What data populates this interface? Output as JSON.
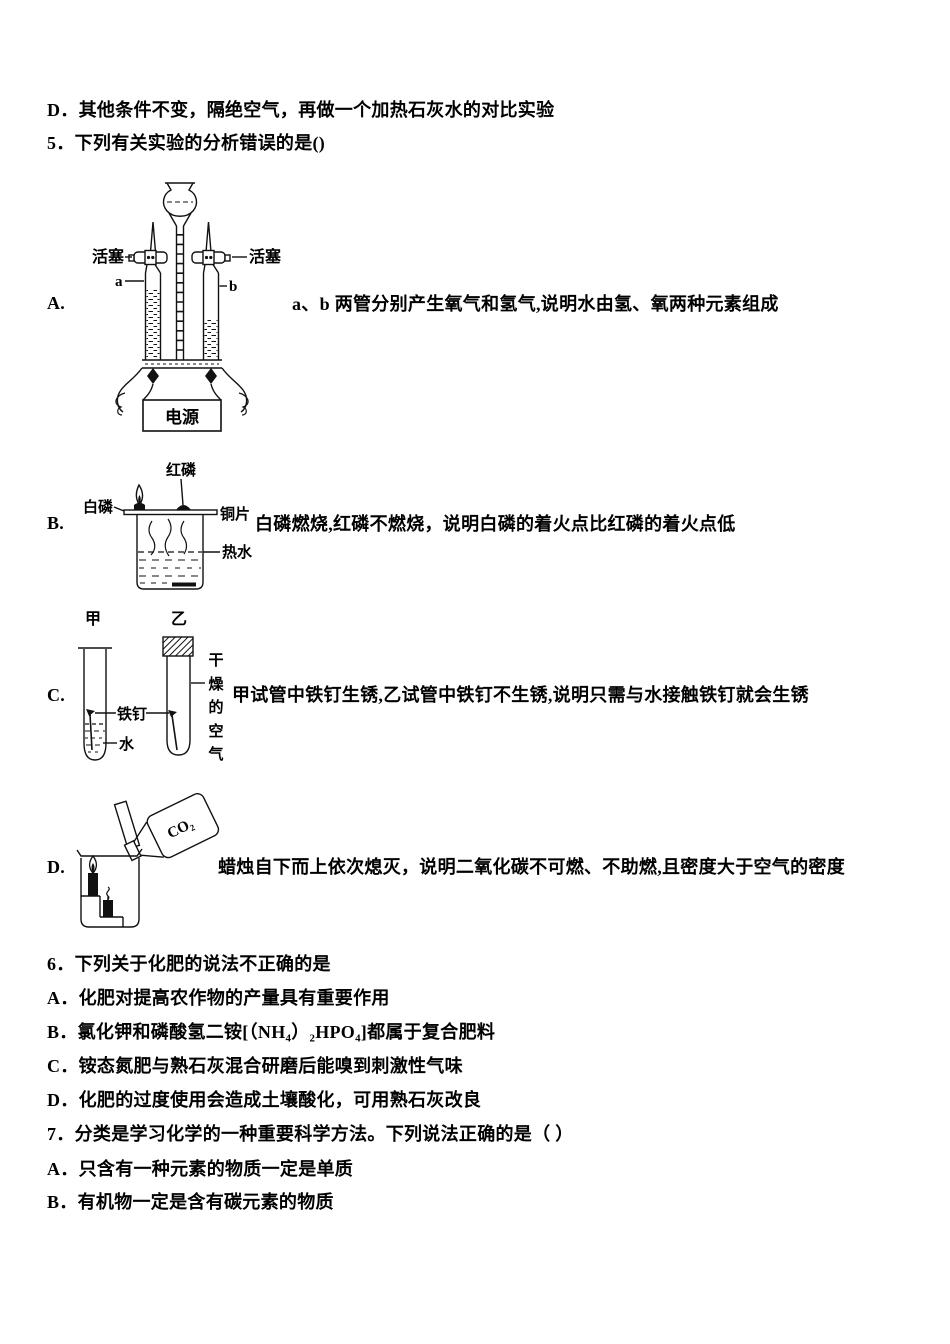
{
  "page": {
    "background": "#ffffff",
    "text_color": "#000000"
  },
  "question4": {
    "option_d": {
      "label": "D．",
      "text": "其他条件不变，隔绝空气，再做一个加热石灰水的对比实验"
    }
  },
  "question5": {
    "stem": "5．下列有关实验的分析错误的是()",
    "options": [
      {
        "label": "A.",
        "text": "a、b 两管分别产生氧气和氢气,说明水由氢、氧两种元素组成"
      },
      {
        "label": "B.",
        "text": "白磷燃烧,红磷不燃烧，说明白磷的着火点比红磷的着火点低"
      },
      {
        "label": "C.",
        "text": "甲试管中铁钉生锈,乙试管中铁钉不生锈,说明只需与水接触铁钉就会生锈"
      },
      {
        "label": "D.",
        "text": "蜡烛自下而上依次熄灭，说明二氧化碳不可燃、不助燃,且密度大于空气的密度"
      }
    ],
    "electrolysis_diagram": {
      "piston_left": "活塞",
      "piston_right": "活塞",
      "tube_a": "a",
      "tube_b": "b",
      "power_supply": "电源"
    },
    "phosphorus_diagram": {
      "red_phosphorus": "红磷",
      "white_phosphorus": "白磷",
      "copper_sheet": "铜片",
      "hot_water": "热水"
    },
    "rust_diagram": {
      "tube_jia": "甲",
      "tube_yi": "乙",
      "iron_nail": "铁钉",
      "water": "水",
      "dry_air": "干燥的空气"
    },
    "co2_diagram": {
      "gas_label": "CO₂"
    }
  },
  "question6": {
    "stem": "6．下列关于化肥的说法不正确的是",
    "options": [
      {
        "label": "A．",
        "text": "化肥对提高农作物的产量具有重要作用"
      },
      {
        "label": "B．",
        "text": "氯化钾和磷酸氢二铵[（NH₄）₂HPO₄]都属于复合肥料"
      },
      {
        "label": "C．",
        "text": "铵态氮肥与熟石灰混合研磨后能嗅到刺激性气味"
      },
      {
        "label": "D．",
        "text": "化肥的过度使用会造成土壤酸化，可用熟石灰改良"
      }
    ]
  },
  "question7": {
    "stem": "7．分类是学习化学的一种重要科学方法。下列说法正确的是（ ）",
    "options": [
      {
        "label": "A．",
        "text": "只含有一种元素的物质一定是单质"
      },
      {
        "label": "B．",
        "text": "有机物一定是含有碳元素的物质"
      }
    ]
  }
}
